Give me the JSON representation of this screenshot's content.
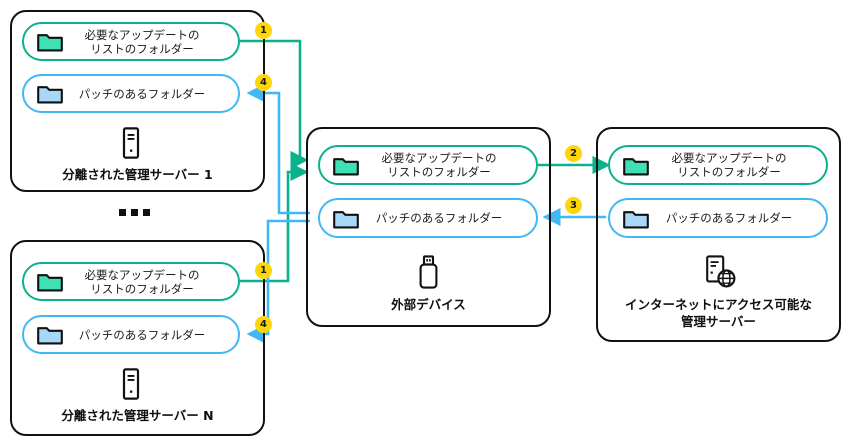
{
  "diagram": {
    "title": "Isolated Administration Servers patch distribution via external device",
    "colors": {
      "green": "#0bb18a",
      "blue": "#3fb8f5",
      "badge": "#ffd60a",
      "outline": "#111111",
      "folder_green_fill": "#3fe0b5",
      "folder_blue_fill": "#a8d8f8"
    },
    "folder_labels": {
      "updates": "必要なアップデートの\nリストのフォルダー",
      "patches": "パッチのあるフォルダー"
    },
    "containers": [
      {
        "id": "isolated-server-1",
        "caption": "分離された管理サーバー 1",
        "device_icon": "server-tower-icon",
        "pills": [
          {
            "id": "updates",
            "variant": "green",
            "icon": "folder-green-icon",
            "label": "必要なアップデートの\nリストのフォルダー"
          },
          {
            "id": "patches",
            "variant": "blue",
            "icon": "folder-blue-icon",
            "label": "パッチのあるフォルダー"
          }
        ]
      },
      {
        "id": "isolated-server-n",
        "caption": "分離された管理サーバー N",
        "device_icon": "server-tower-icon",
        "pills": [
          {
            "id": "updates",
            "variant": "green",
            "icon": "folder-green-icon",
            "label": "必要なアップデートの\nリストのフォルダー"
          },
          {
            "id": "patches",
            "variant": "blue",
            "icon": "folder-blue-icon",
            "label": "パッチのあるフォルダー"
          }
        ]
      },
      {
        "id": "external-device",
        "caption": "外部デバイス",
        "device_icon": "usb-drive-icon",
        "pills": [
          {
            "id": "updates",
            "variant": "green",
            "icon": "folder-green-icon",
            "label": "必要なアップデートの\nリストのフォルダー"
          },
          {
            "id": "patches",
            "variant": "blue",
            "icon": "folder-blue-icon",
            "label": "パッチのあるフォルダー"
          }
        ]
      },
      {
        "id": "internet-server",
        "caption": "インターネットにアクセス可能な\n管理サーバー",
        "device_icon": "server-globe-icon",
        "pills": [
          {
            "id": "updates",
            "variant": "green",
            "icon": "folder-green-icon",
            "label": "必要なアップデートの\nリストのフォルダー"
          },
          {
            "id": "patches",
            "variant": "blue",
            "icon": "folder-blue-icon",
            "label": "パッチのあるフォルダー"
          }
        ]
      }
    ],
    "ellipsis": "•••",
    "steps": [
      {
        "number": "1",
        "from": "isolated-server-1.updates",
        "to": "external-device.updates",
        "color": "green"
      },
      {
        "number": "2",
        "from": "external-device.updates",
        "to": "internet-server.updates",
        "color": "green"
      },
      {
        "number": "3",
        "from": "internet-server.patches",
        "to": "external-device.patches",
        "color": "blue"
      },
      {
        "number": "4",
        "from": "external-device.patches",
        "to": "isolated-server-1.patches",
        "color": "blue"
      },
      {
        "number": "1",
        "from": "isolated-server-n.updates",
        "to": "external-device.updates",
        "color": "green"
      },
      {
        "number": "4",
        "from": "external-device.patches",
        "to": "isolated-server-n.patches",
        "color": "blue"
      }
    ]
  }
}
